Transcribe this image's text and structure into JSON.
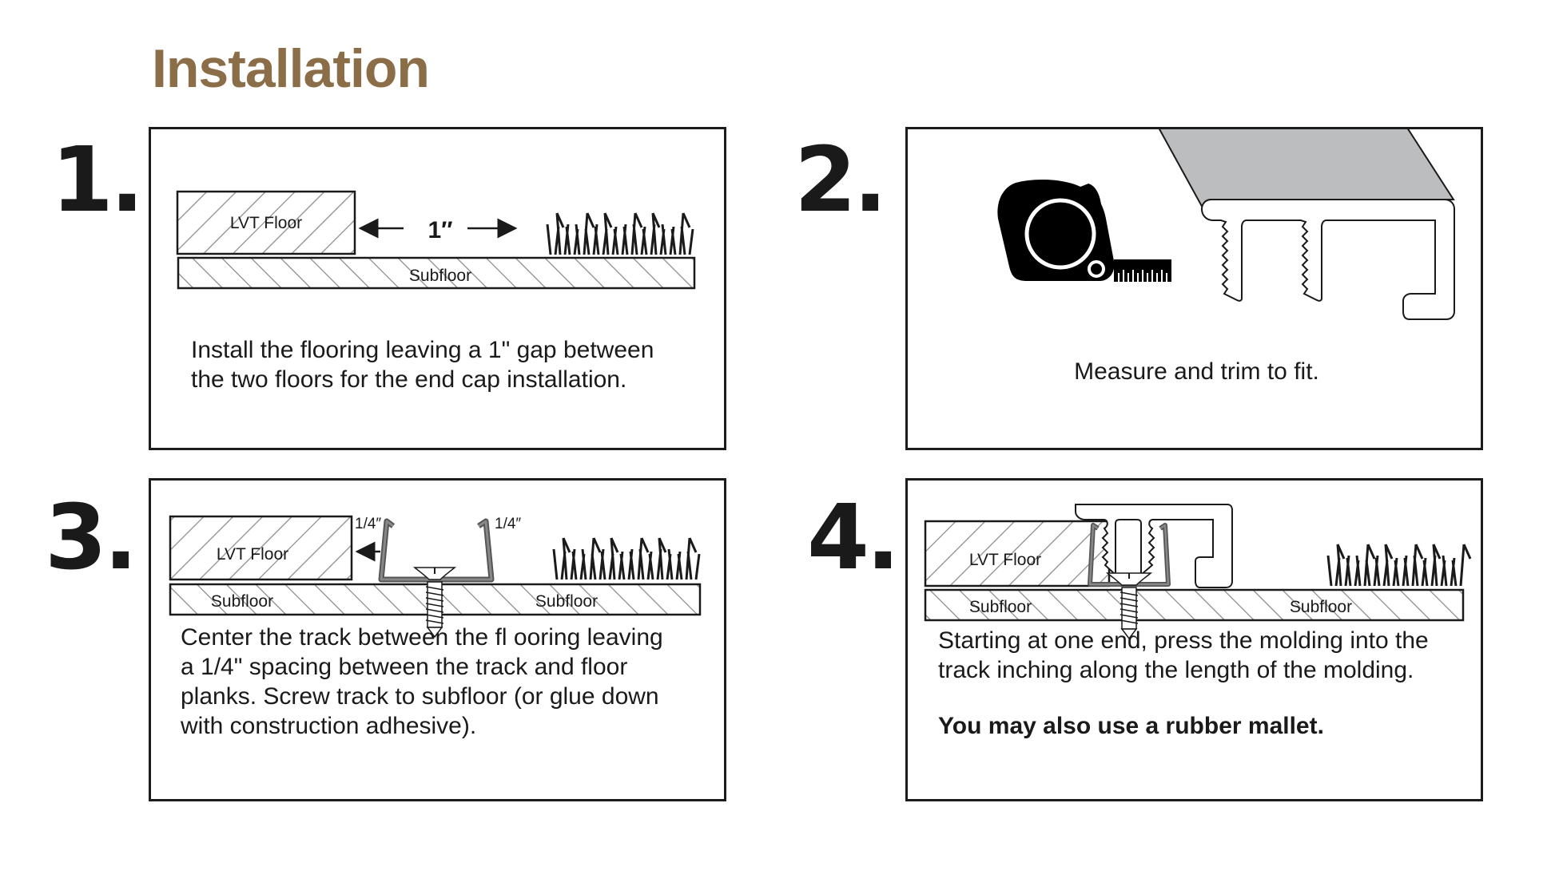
{
  "page": {
    "title": "Installation",
    "accent_color": "#8B6D47"
  },
  "steps": [
    {
      "number": "1.",
      "caption_lines": [
        "Install the flooring leaving a 1\" gap between",
        "the two floors for the end cap installation."
      ],
      "labels": {
        "lvt": "LVT Floor",
        "subfloor": "Subfloor",
        "gap": "1″"
      },
      "icons": [
        "lvt-floor-plank",
        "subfloor-plank",
        "gap-arrow-left",
        "gap-arrow-right",
        "carpet"
      ]
    },
    {
      "number": "2.",
      "caption_lines": [
        "Measure and trim to fit."
      ],
      "icons": [
        "tape-measure",
        "end-cap-molding"
      ]
    },
    {
      "number": "3.",
      "caption_lines": [
        "Center the track between the fl ooring leaving",
        "a 1/4\" spacing between the track and floor",
        "planks. Screw track to subfloor (or glue down",
        "with construction adhesive)."
      ],
      "labels": {
        "lvt": "LVT Floor",
        "subfloor_left": "Subfloor",
        "subfloor_right": "Subfloor",
        "spacing_left": "1/4″",
        "spacing_right": "1/4″"
      },
      "icons": [
        "lvt-floor-plank",
        "subfloor-plank",
        "track",
        "screw",
        "carpet",
        "arrow-left"
      ]
    },
    {
      "number": "4.",
      "caption_lines": [
        "Starting at one end, press the molding into the",
        "track inching along the length of the molding."
      ],
      "caption_bold": "You may also use a rubber mallet.",
      "labels": {
        "lvt": "LVT Floor",
        "subfloor_left": "Subfloor",
        "subfloor_right": "Subfloor"
      },
      "icons": [
        "lvt-floor-plank",
        "subfloor-plank",
        "molding",
        "track",
        "screw",
        "carpet"
      ]
    }
  ]
}
